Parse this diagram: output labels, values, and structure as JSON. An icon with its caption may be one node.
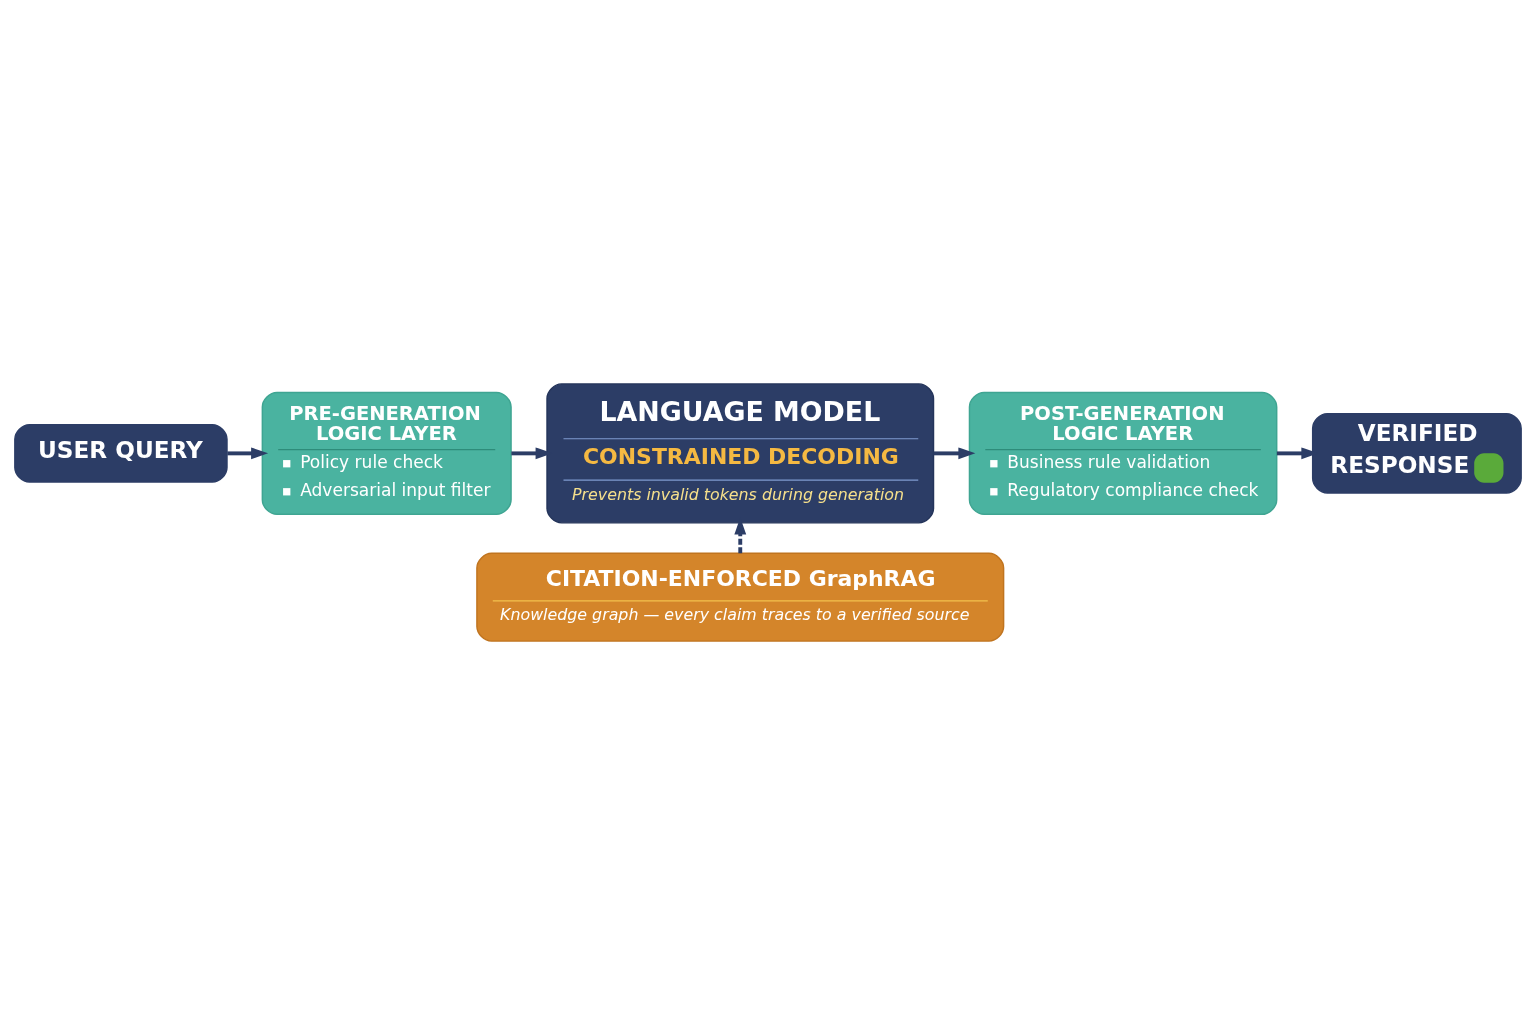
{
  "diagram": {
    "nodes": [
      {
        "text": [
          "USER QUERY"
        ]
      },
      {
        "text": [
          "PRE-GENERATION LOGIC LAYER",
          "Policy rule check",
          "Adversarial input filter"
        ]
      },
      {
        "text": [
          "LANGUAGE MODEL",
          "CONSTRAINED DECODING",
          "Prevents invalid tokens during generation"
        ]
      },
      {
        "text": [
          "POST-GENERATION LOGIC LAYER",
          "Business rule validation",
          "Regulatory compliance check"
        ]
      },
      {
        "text": [
          "VERIFIED RESPONSE"
        ]
      },
      {
        "text": [
          "CITATION-ENFORCED GraphRAG",
          "Knowledge graph — every claim traces to a verified source"
        ]
      }
    ],
    "edges": [
      {
        "from": 0,
        "to": 1,
        "arrow": "to"
      },
      {
        "from": 1,
        "to": 2,
        "arrow": "to"
      },
      {
        "from": 2,
        "to": 3,
        "arrow": "to"
      },
      {
        "from": 3,
        "to": 4,
        "arrow": "to"
      },
      {
        "from": 5,
        "to": 2,
        "arrow": "to",
        "style": "dashed"
      }
    ]
  }
}
